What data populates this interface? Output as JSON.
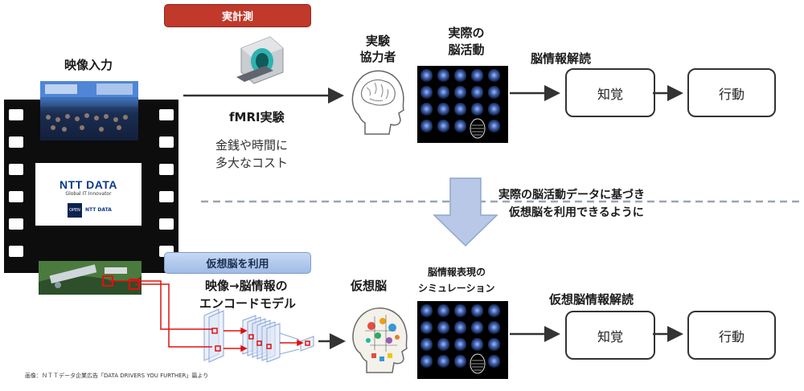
{
  "badges": {
    "real_measurement": "実計測",
    "virtual_brain_use": "仮想脳を利用"
  },
  "left": {
    "video_input": "映像入力",
    "ntt_logo": "NTT DATA",
    "ntt_tagline": "Global IT Innovator",
    "open_logo": "OPEN",
    "ntt_small": "NTT DATA",
    "caption": "画像：ＮＴＴデータ企業広告「DATA DRIVERS YOU FURTHER」篇より"
  },
  "top": {
    "fmri": "fMRI実験",
    "cost_line1": "金銭や時間に",
    "cost_line2": "多大なコスト",
    "subject_line1": "実験",
    "subject_line2": "協力者",
    "activity_line1": "実際の",
    "activity_line2": "脳活動",
    "decode_title": "脳情報解読",
    "box_perception": "知覚",
    "box_action": "行動"
  },
  "middle": {
    "note_line1": "実際の脳活動データに基づき",
    "note_line2": "仮想脳を利用できるように"
  },
  "bottom": {
    "encode_line1": "映像→脳情報の",
    "encode_line2": "エンコードモデル",
    "virtual_brain": "仮想脳",
    "sim_line1": "脳情報表現の",
    "sim_line2": "シミュレーション",
    "decode_title": "仮想脳情報解読",
    "box_perception": "知覚",
    "box_action": "行動"
  },
  "colors": {
    "red_badge": "#c0392b",
    "blue_badge": "#a9c4ee",
    "arrow": "#333333",
    "big_arrow": "#b8c8e6",
    "dashed": "#9aa4b2",
    "red_link": "#e01010"
  }
}
